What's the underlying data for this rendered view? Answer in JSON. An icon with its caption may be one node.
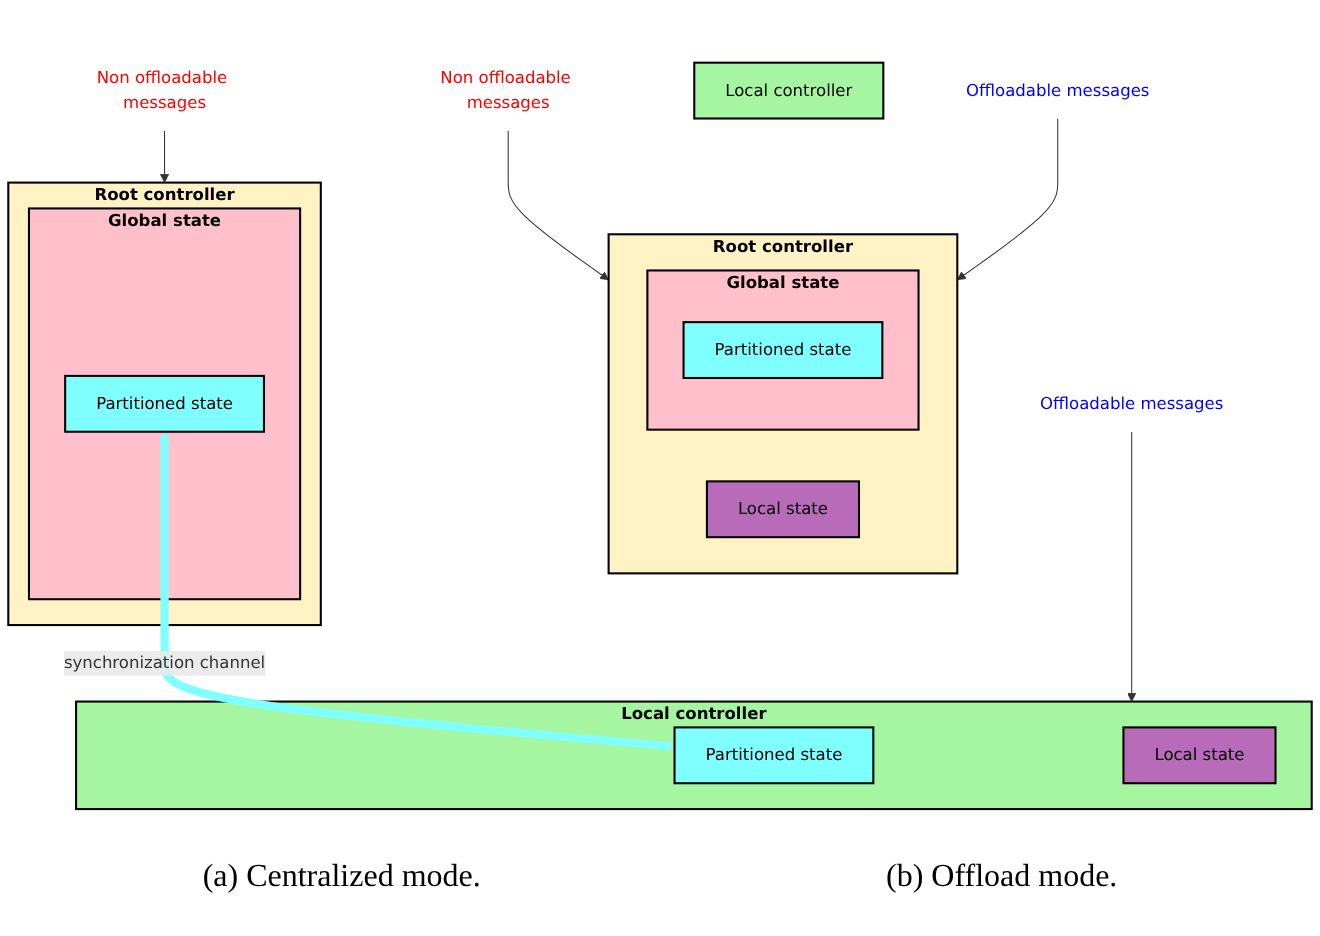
{
  "diagram": {
    "nodes": [
      {
        "text": [
          "Root controller"
        ]
      },
      {
        "text": [
          "Global state"
        ],
        "in": 0
      },
      {
        "text": [
          "Partitioned state"
        ],
        "in": 1
      },
      {
        "text": [
          "Local state"
        ],
        "in": 0
      },
      {
        "text": [
          "Non offloadable messages"
        ]
      },
      {
        "text": [
          "Offloadable messages"
        ]
      },
      {
        "text": [
          "Local controller"
        ]
      },
      {
        "text": [
          "Root controller"
        ]
      },
      {
        "text": [
          "Global state"
        ],
        "in": 7
      },
      {
        "text": [
          "Partitioned state"
        ],
        "in": 8
      },
      {
        "text": [
          "Non offloadable messages"
        ]
      },
      {
        "text": [
          "Local controller"
        ]
      },
      {
        "text": [
          "Partitioned state"
        ],
        "in": 11
      },
      {
        "text": [
          "Local state"
        ],
        "in": 11
      },
      {
        "text": [
          "Offloadable messages"
        ]
      }
    ],
    "edges": [
      {
        "from": 4,
        "to": 0,
        "arrow": "to"
      },
      {
        "from": 5,
        "to": 0,
        "arrow": "to"
      },
      {
        "from": 10,
        "to": 7,
        "arrow": "to"
      },
      {
        "from": 9,
        "to": 12,
        "arrow": "both",
        "label": "synchronization channel",
        "style": "thick",
        "color": "#80ffff"
      },
      {
        "from": 14,
        "to": 11,
        "arrow": "to"
      }
    ],
    "labels": [
      "(a) Centralized mode.",
      "(b) Offload mode."
    ]
  }
}
